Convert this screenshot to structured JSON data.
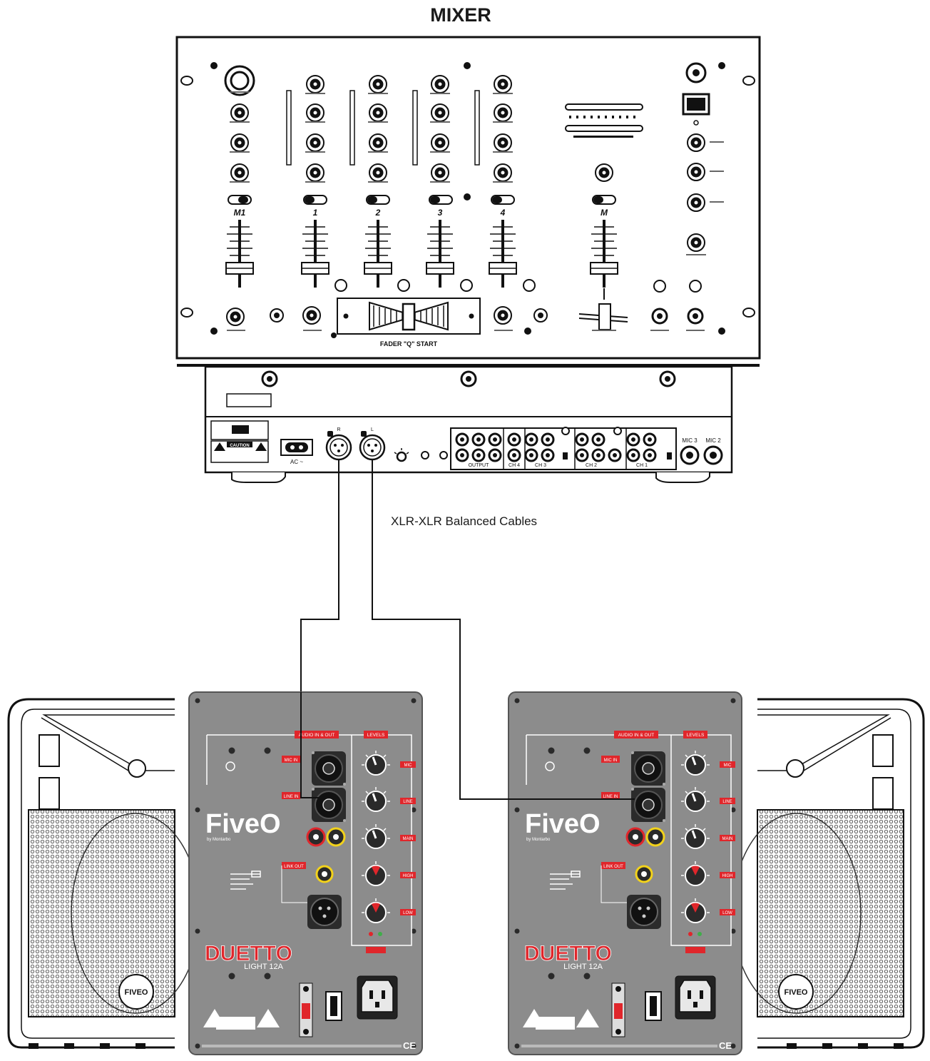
{
  "diagram": {
    "title": "MIXER",
    "cable_label": "XLR-XLR Balanced Cables",
    "mixer": {
      "channel_labels": [
        "M1",
        "1",
        "2",
        "3",
        "4",
        "M"
      ],
      "fader_label": "FADER \"Q\" START",
      "rear_labels": {
        "mic2": "MIC 2",
        "mic3": "MIC 3",
        "output": "OUTPUT",
        "ch4": "CH 4",
        "ch3": "CH 3",
        "ch2": "CH 2",
        "ch1": "CH 1",
        "ac": "AC ~",
        "caution": "CAUTION",
        "xlr_r": "R",
        "xlr_l": "L"
      }
    },
    "amp_panel": {
      "brand": "FiveO",
      "brand_sub": "by Montarbo",
      "model": "DUETTO",
      "model_sub": "LIGHT 12A",
      "section_io": "AUDIO IN & OUT",
      "section_levels": "LEVELS",
      "mic_in": "MIC IN",
      "line_in": "LINE IN",
      "link_out": "LINK OUT",
      "knobs": [
        "MIC",
        "LINE",
        "MAIN",
        "HIGH",
        "LOW"
      ],
      "ce": "CE"
    },
    "cabinet_logo": "FIVEO",
    "colors": {
      "ink": "#1a1a1a",
      "panel": "#8c8c8c",
      "panel_dark": "#6f6f6f",
      "accent_red": "#e0262b",
      "jack_yellow": "#f2d21b"
    }
  }
}
